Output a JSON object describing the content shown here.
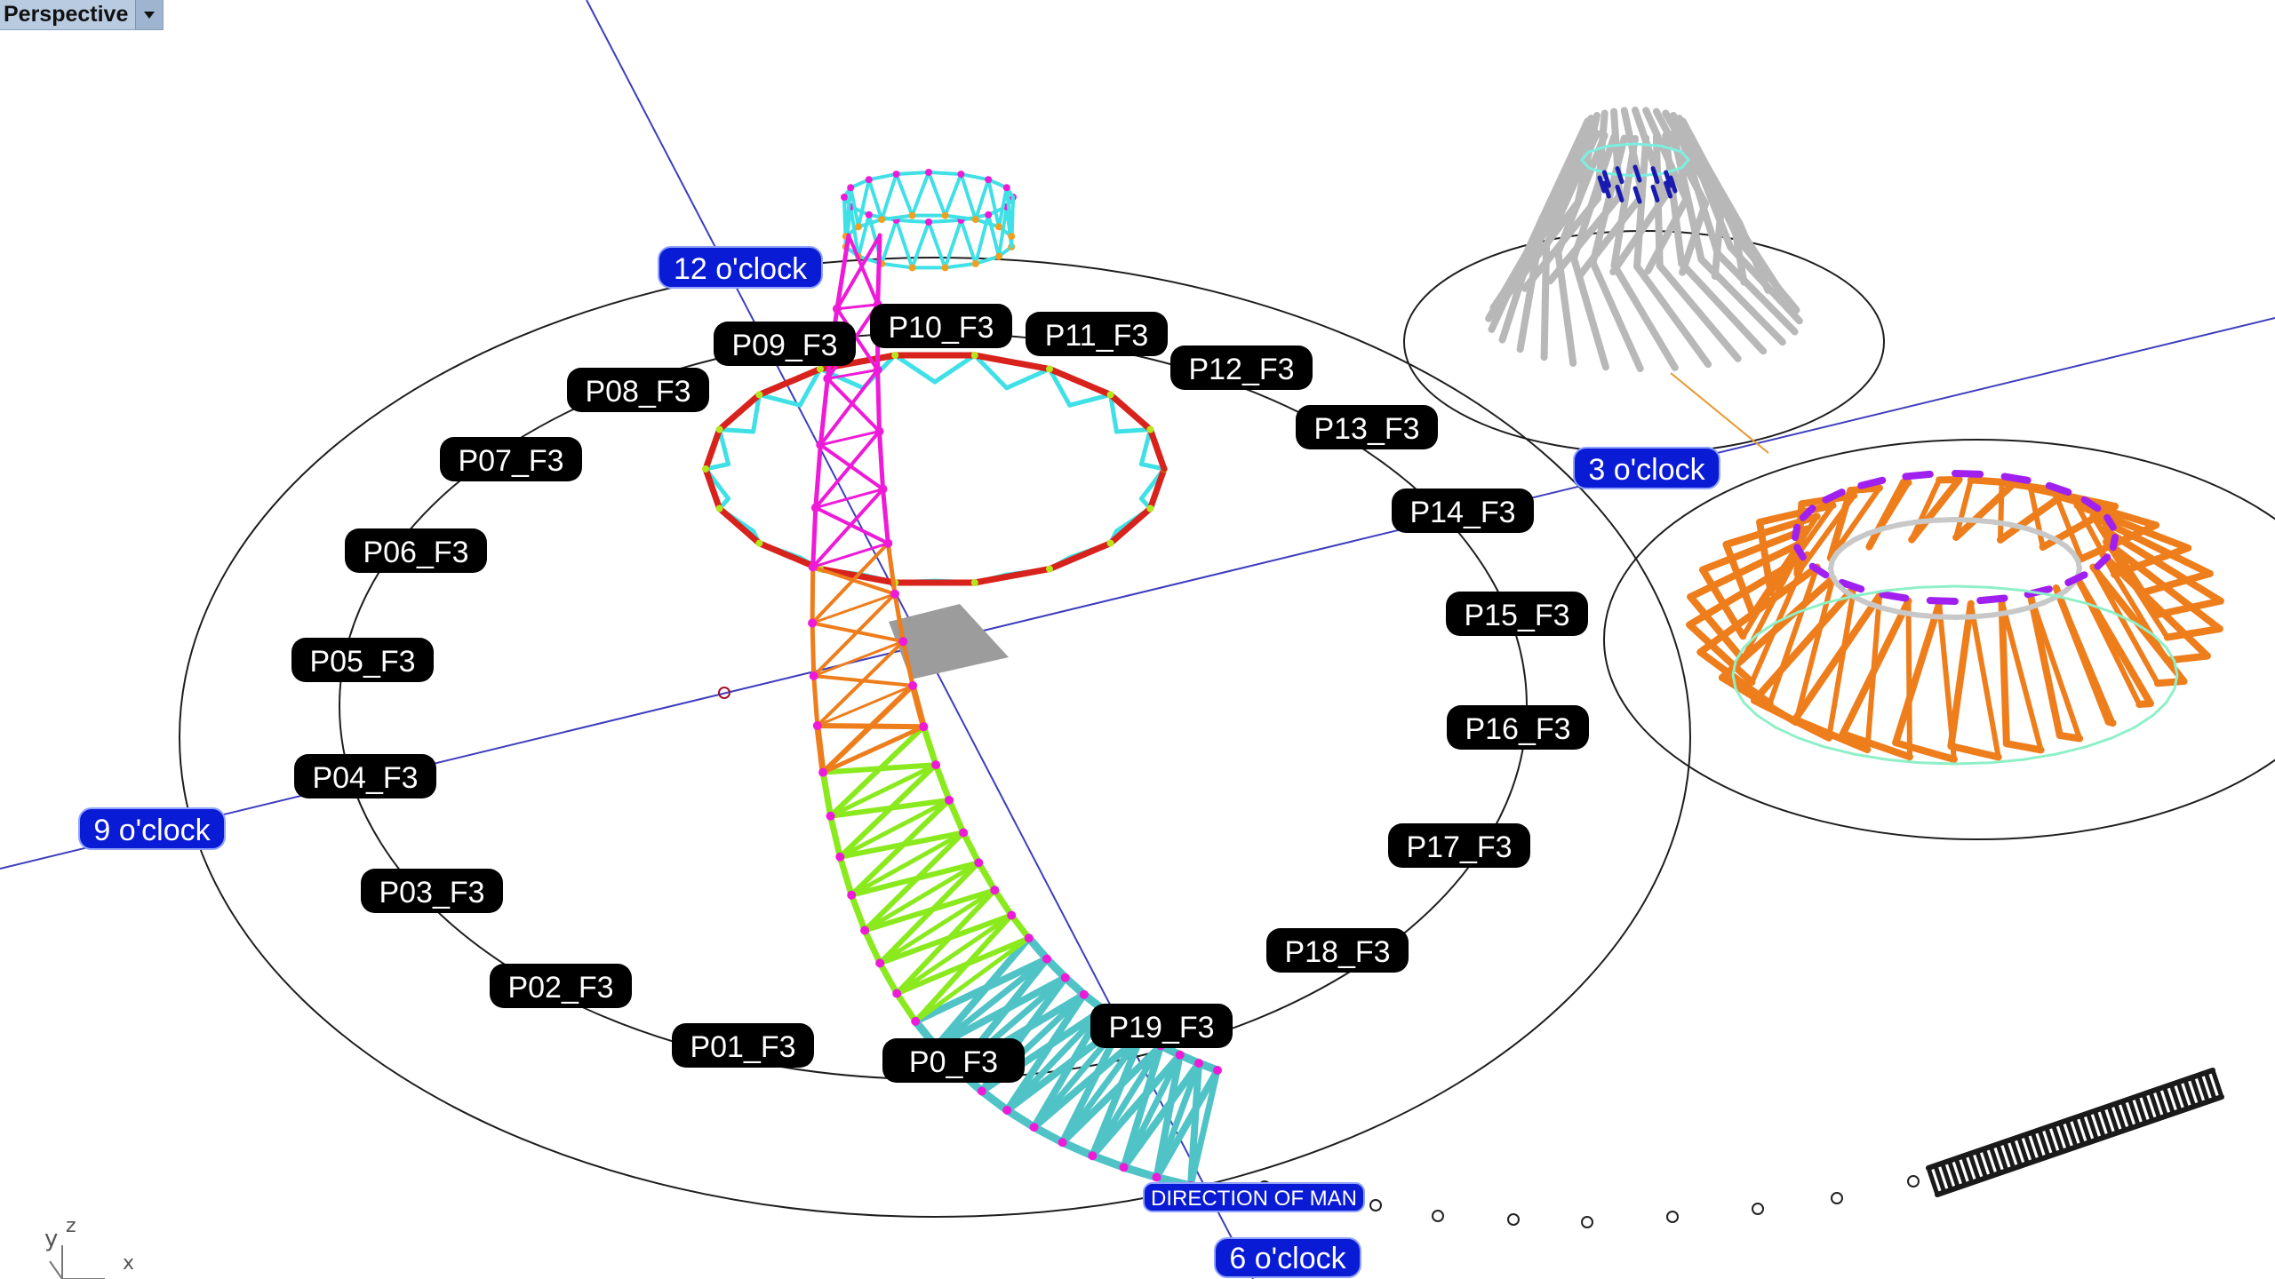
{
  "viewport": {
    "title": "Perspective",
    "dropdown_icon": "chevron-down-icon"
  },
  "axis_gizmo": {
    "x": "x",
    "y": "y",
    "z": "z"
  },
  "clock_labels": [
    {
      "id": "12",
      "text": "12 o'clock"
    },
    {
      "id": "3",
      "text": "3 o'clock"
    },
    {
      "id": "6",
      "text": "6 o'clock"
    },
    {
      "id": "9",
      "text": "9 o'clock"
    }
  ],
  "direction_label": "DIRECTION OF MAN",
  "position_tags": [
    "P0_F3",
    "P01_F3",
    "P02_F3",
    "P03_F3",
    "P04_F3",
    "P05_F3",
    "P06_F3",
    "P07_F3",
    "P08_F3",
    "P09_F3",
    "P10_F3",
    "P11_F3",
    "P12_F3",
    "P13_F3",
    "P14_F3",
    "P15_F3",
    "P16_F3",
    "P17_F3",
    "P18_F3",
    "P19_F3"
  ],
  "colors": {
    "background": "#ffffff",
    "clock_badge": "#0a1bd6",
    "tag_badge": "#000000",
    "teal_truss": "#4fc3c6",
    "green_truss": "#8aea1e",
    "orange_truss": "#ee7d1c",
    "magenta_truss": "#ee1ad8",
    "red_ring": "#d8221c",
    "cyan_ring": "#3fe0e6",
    "grey_model": "#b8b8b8",
    "purple_ring": "#a020f0",
    "axis_line": "#3d3dbf",
    "dark_stairs": "#1a1a1a"
  }
}
